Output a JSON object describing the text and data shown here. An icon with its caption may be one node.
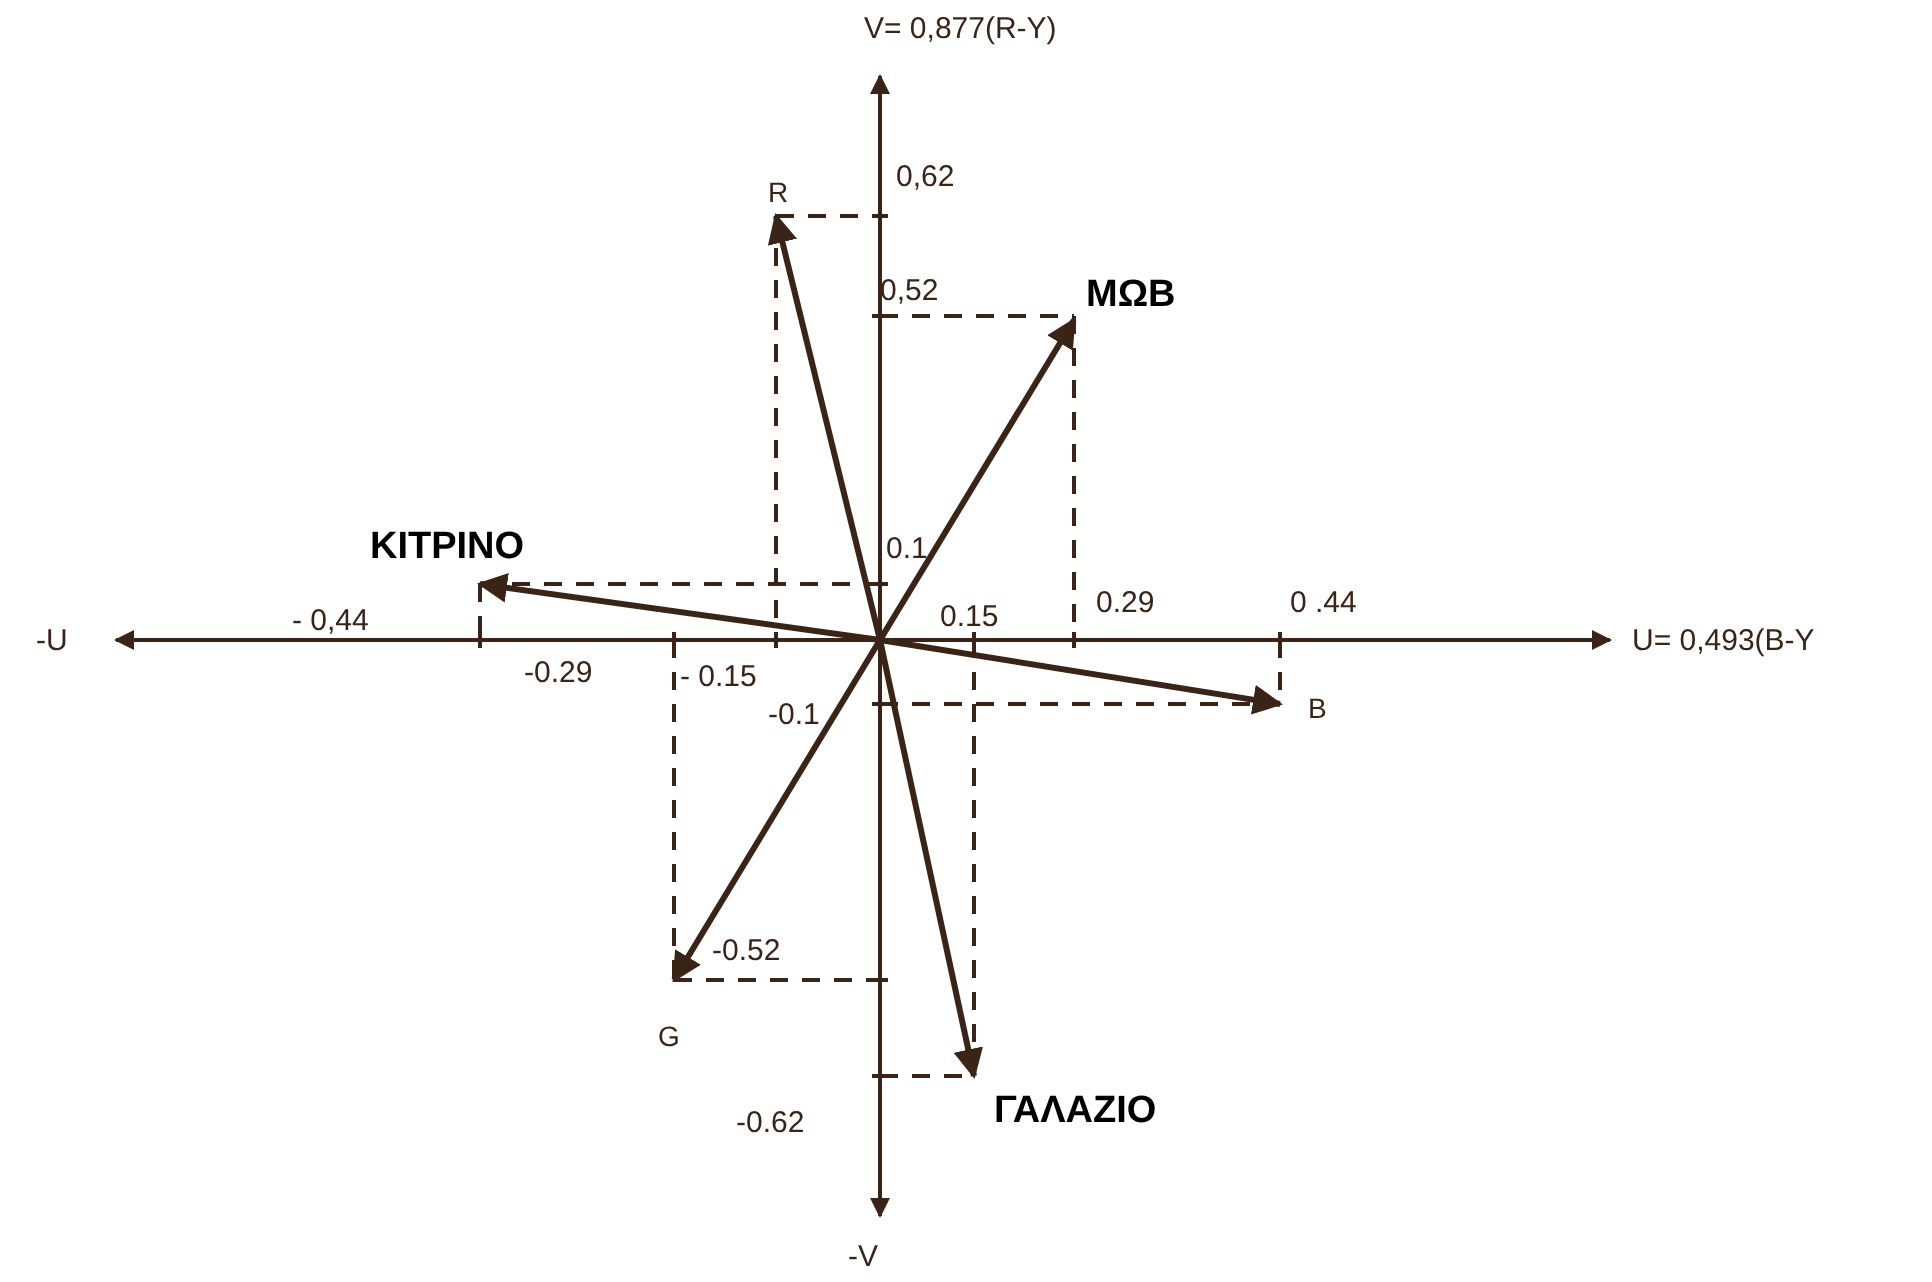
{
  "diagram": {
    "nodes": [
      {
        "text": [
          "R"
        ]
      },
      {
        "text": [
          "ΜΩΒ"
        ]
      },
      {
        "text": [
          "ΚΙΤΡΙΝΟ"
        ]
      },
      {
        "text": [
          "B"
        ]
      },
      {
        "text": [
          "G"
        ]
      },
      {
        "text": [
          "ΓΑΛΑΖΙΟ"
        ]
      }
    ],
    "edges": [
      {
        "from": null,
        "to": 0,
        "arrow": "to"
      },
      {
        "from": null,
        "to": 1,
        "arrow": "to"
      },
      {
        "from": null,
        "to": 2,
        "arrow": "to"
      },
      {
        "from": null,
        "to": 3,
        "arrow": "to"
      },
      {
        "from": null,
        "to": 4,
        "arrow": "to"
      },
      {
        "from": null,
        "to": 5,
        "arrow": "to"
      }
    ],
    "labels": [
      "V= 0,877(R-Y)",
      "0,62",
      "0,52",
      "0.1",
      "-U",
      "- 0,44",
      "0.15",
      "0.29",
      "0 .44",
      "U= 0,493(B-Y",
      "-0.29",
      "- 0.15",
      "-0.1",
      "-0.52",
      "-0.62",
      "-V"
    ]
  }
}
